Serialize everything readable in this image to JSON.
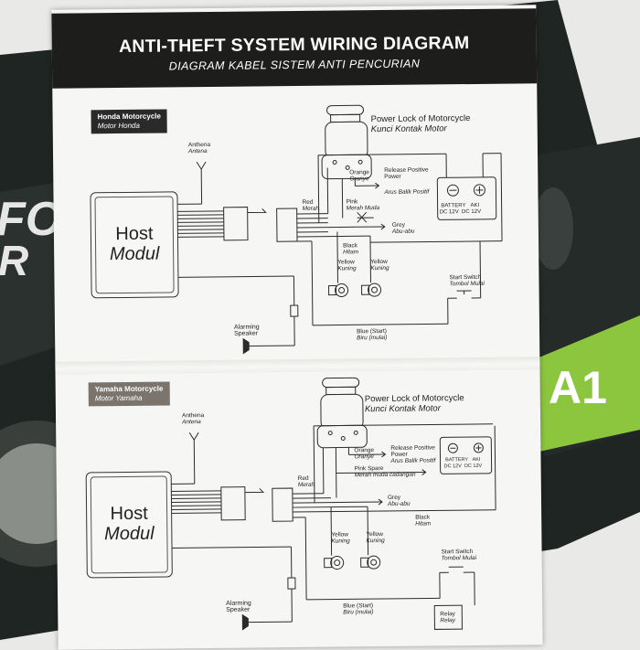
{
  "header": {
    "title": "ANTI-THEFT SYSTEM WIRING DIAGRAM",
    "subtitle": "DIAGRAM KABEL SISTEM ANTI PENCURIAN"
  },
  "background": {
    "box_text_left_1": "FO",
    "box_text_left_2": "R",
    "box_text_right": "A1"
  },
  "honda": {
    "badge_title": "Honda Motorcycle",
    "badge_sub": "Motor Honda",
    "antenna": "Anthena",
    "antenna_sub": "Antena",
    "host_1": "Host",
    "host_2": "Modul",
    "power_lock": "Power Lock of Motorcycle",
    "power_lock_sub": "Kunci Kontak Motor",
    "orange": "Orange",
    "orange_sub": "Oranye",
    "release": "Release Positive",
    "release_2": "Power",
    "release_sub": "Arus Balik Positif",
    "red": "Red",
    "red_sub": "Merah",
    "pink": "Pink",
    "pink_sub": "Merah Muda",
    "grey": "Grey",
    "grey_sub": "Abu-abu",
    "black": "Black",
    "black_sub": "Hitam",
    "yellow_a": "Yellow",
    "yellow_a_sub": "Kuning",
    "yellow_b": "Yellow",
    "yellow_b_sub": "Kuning",
    "battery": "BATTERY",
    "battery_sub": "AKI",
    "dc_a": "DC 12V",
    "dc_b": "DC 12V",
    "start": "Start Switch",
    "start_sub": "Tombol Mulai",
    "alarm": "Alarming",
    "alarm_sub": "Speaker",
    "blue": "Blue (Start)",
    "blue_sub": "Biru (mulai)"
  },
  "yamaha": {
    "badge_title": "Yamaha Motorcycle",
    "badge_sub": "Motor Yamaha",
    "antenna": "Anthena",
    "antenna_sub": "Antena",
    "host_1": "Host",
    "host_2": "Modul",
    "power_lock": "Power Lock of Motorcycle",
    "power_lock_sub": "Kunci Kontak Motor",
    "orange": "Orange",
    "orange_sub": "Oranye",
    "release": "Release Positive",
    "release_2": "Power",
    "release_sub": "Arus Balik Positif",
    "red": "Red",
    "red_sub": "Merah",
    "pink": "Pink Spare",
    "pink_sub": "Merah muda cadangan",
    "grey": "Grey",
    "grey_sub": "Abu-abu",
    "black": "Black",
    "black_sub": "Hitam",
    "yellow_a": "Yellow",
    "yellow_a_sub": "Kuning",
    "yellow_b": "Yellow",
    "yellow_b_sub": "Kuning",
    "battery": "BATTERY",
    "battery_sub": "AKI",
    "dc_a": "DC 12V",
    "dc_b": "DC 12V",
    "start": "Start Switch",
    "start_sub": "Tombol Mulai",
    "alarm": "Alarming",
    "alarm_sub": "Speaker",
    "blue": "Blue (Start)",
    "blue_sub": "Biru (mulai)",
    "relay": "Relay",
    "relay_sub": "Relay"
  },
  "colors": {
    "header_bg": "#1d1d1b",
    "paper": "#f6f6f4",
    "box_dark": "#1f2523",
    "box_green": "#8cc63f",
    "honda_badge": "#2a2a2a",
    "yamaha_badge": "#7a746c",
    "wire": "#2b2b2b"
  }
}
